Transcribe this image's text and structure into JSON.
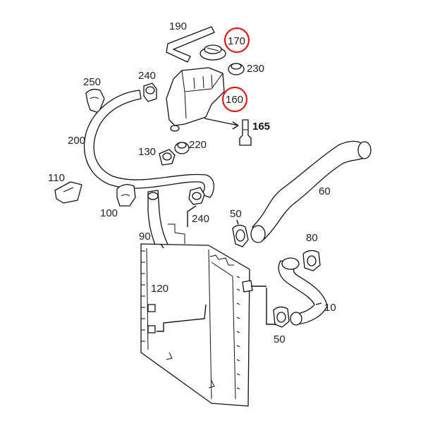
{
  "callouts": {
    "p190": "190",
    "p170": "170",
    "p230": "230",
    "p250": "250",
    "p240a": "240",
    "p160": "160",
    "p165": "165",
    "p200": "200",
    "p130": "130",
    "p220": "220",
    "p110": "110",
    "p100": "100",
    "p240b": "240",
    "p60": "60",
    "p50a": "50",
    "p90": "90",
    "p80": "80",
    "p120": "120",
    "p10": "10",
    "p50b": "50"
  },
  "highlight_color": "#e01818"
}
